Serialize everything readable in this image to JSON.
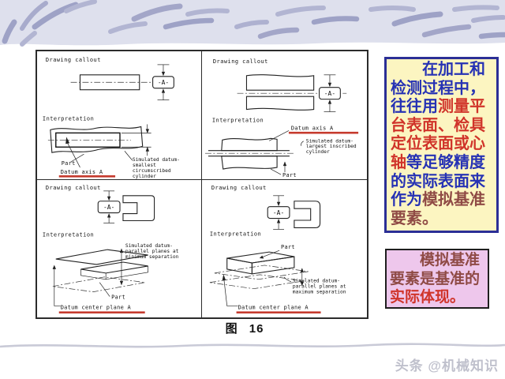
{
  "figure": {
    "caption": "图 16",
    "quadrants": [
      {
        "name": "datum-axis-from-shaft",
        "callout_label": "Drawing callout",
        "interp_label": "Interpretation",
        "datum_tag": "-A-",
        "part_label": "Part",
        "datum_label": "Datum axis A",
        "simulated_lines": [
          "Simulated datum-",
          "smallest",
          "circumscribed",
          "cylinder"
        ]
      },
      {
        "name": "datum-axis-from-hole",
        "callout_label": "Drawing callout",
        "interp_label": "Interpretation",
        "datum_tag": "-A-",
        "part_label": "Part",
        "datum_label": "Datum axis A",
        "simulated_lines": [
          "Simulated datum-",
          "largest inscribed",
          "cylinder"
        ]
      },
      {
        "name": "datum-center-plane-from-slot",
        "callout_label": "Drawing callout",
        "interp_label": "Interpretation",
        "datum_tag": "-A-",
        "part_label": "Part",
        "datum_label": "Datum center plane A",
        "simulated_lines": [
          "Simulated datum-",
          "parallel planes at",
          "minimum separation"
        ]
      },
      {
        "name": "datum-center-plane-from-tab",
        "callout_label": "Drawing callout",
        "interp_label": "Interpretation",
        "datum_tag": "-A-",
        "part_label": "Part",
        "datum_label": "Datum center plane A",
        "simulated_lines": [
          "Simulated datum-",
          "parallel planes at",
          "maximum separation"
        ]
      }
    ]
  },
  "notes": {
    "box1": {
      "segments": [
        {
          "text": "在加工和检测过程中，往往用",
          "color": "blue"
        },
        {
          "text": "测量平台表面、检具定位表面或心轴",
          "color": "red"
        },
        {
          "text": "等足够精度的实际表面来作为",
          "color": "blue"
        },
        {
          "text": "模拟基准要素。",
          "color": "maroon"
        }
      ]
    },
    "box2": {
      "segments": [
        {
          "text": "模拟基准要素是基准的",
          "color": "maroon"
        },
        {
          "text": "实际体现。",
          "color": "red"
        }
      ]
    }
  },
  "watermark": "头条 @机械知识",
  "palette": {
    "band_bg": "#dee0ed",
    "band_stroke": "#a0a3c6",
    "note1_bg": "#fcf5c1",
    "note1_border": "#2b2f96",
    "note2_bg": "#eec7ec",
    "note2_border": "#1f1f1f",
    "text_blue": "#2632b4",
    "text_red": "#d0342a",
    "text_maroon": "#8f4a45",
    "underline_red": "#c5392c"
  }
}
